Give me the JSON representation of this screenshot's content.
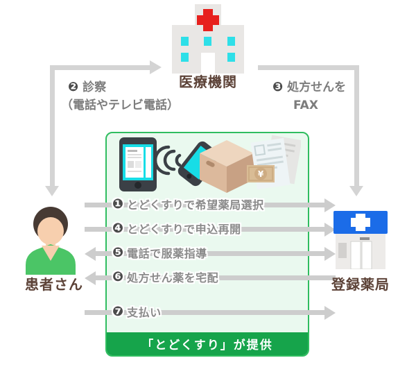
{
  "entities": {
    "hospital": {
      "label": "医療機関"
    },
    "patient": {
      "label": "患者さん"
    },
    "pharmacy": {
      "label": "登録薬局"
    }
  },
  "outer_steps": {
    "consult": {
      "number": "❷",
      "text": "診察",
      "note": "（電話やテレビ電話）"
    },
    "fax": {
      "number": "❸",
      "text": "処方せんを",
      "text2": "FAX"
    }
  },
  "flow": {
    "steps": [
      {
        "number": "❶",
        "label": "とどくすりで希望薬局選択",
        "direction": "right"
      },
      {
        "number": "❹",
        "label": "とどくすりで申込再開",
        "direction": "right"
      },
      {
        "number": "❺",
        "label": "電話で服薬指導",
        "direction": "both"
      },
      {
        "number": "❻",
        "label": "処方せん薬を宅配",
        "direction": "left"
      },
      {
        "number": "❼",
        "label": "支払い",
        "direction": "right"
      }
    ],
    "banner": "「とどくすり」が提供"
  },
  "icons": {
    "hospital": "hospital-building-icon",
    "patient": "patient-avatar-icon",
    "pharmacy": "pharmacy-store-icon",
    "smartphone": "smartphone-icon",
    "calling_phone": "calling-smartphone-icon",
    "package": "delivery-box-icon",
    "prescription": "prescription-payment-icon"
  },
  "colors": {
    "accent_green": "#16a44b",
    "box_border": "#2fbd5f",
    "box_fill": "#eaf9ef",
    "arrow_gray": "#cdcdcd",
    "label_brown": "#5c4237",
    "step_gray": "#8a8a8a",
    "hospital_cross_red": "#e7201d",
    "window_cyan": "#2edfe8",
    "pharmacy_blue": "#1b6ce8",
    "shirt_green": "#4bc566"
  }
}
